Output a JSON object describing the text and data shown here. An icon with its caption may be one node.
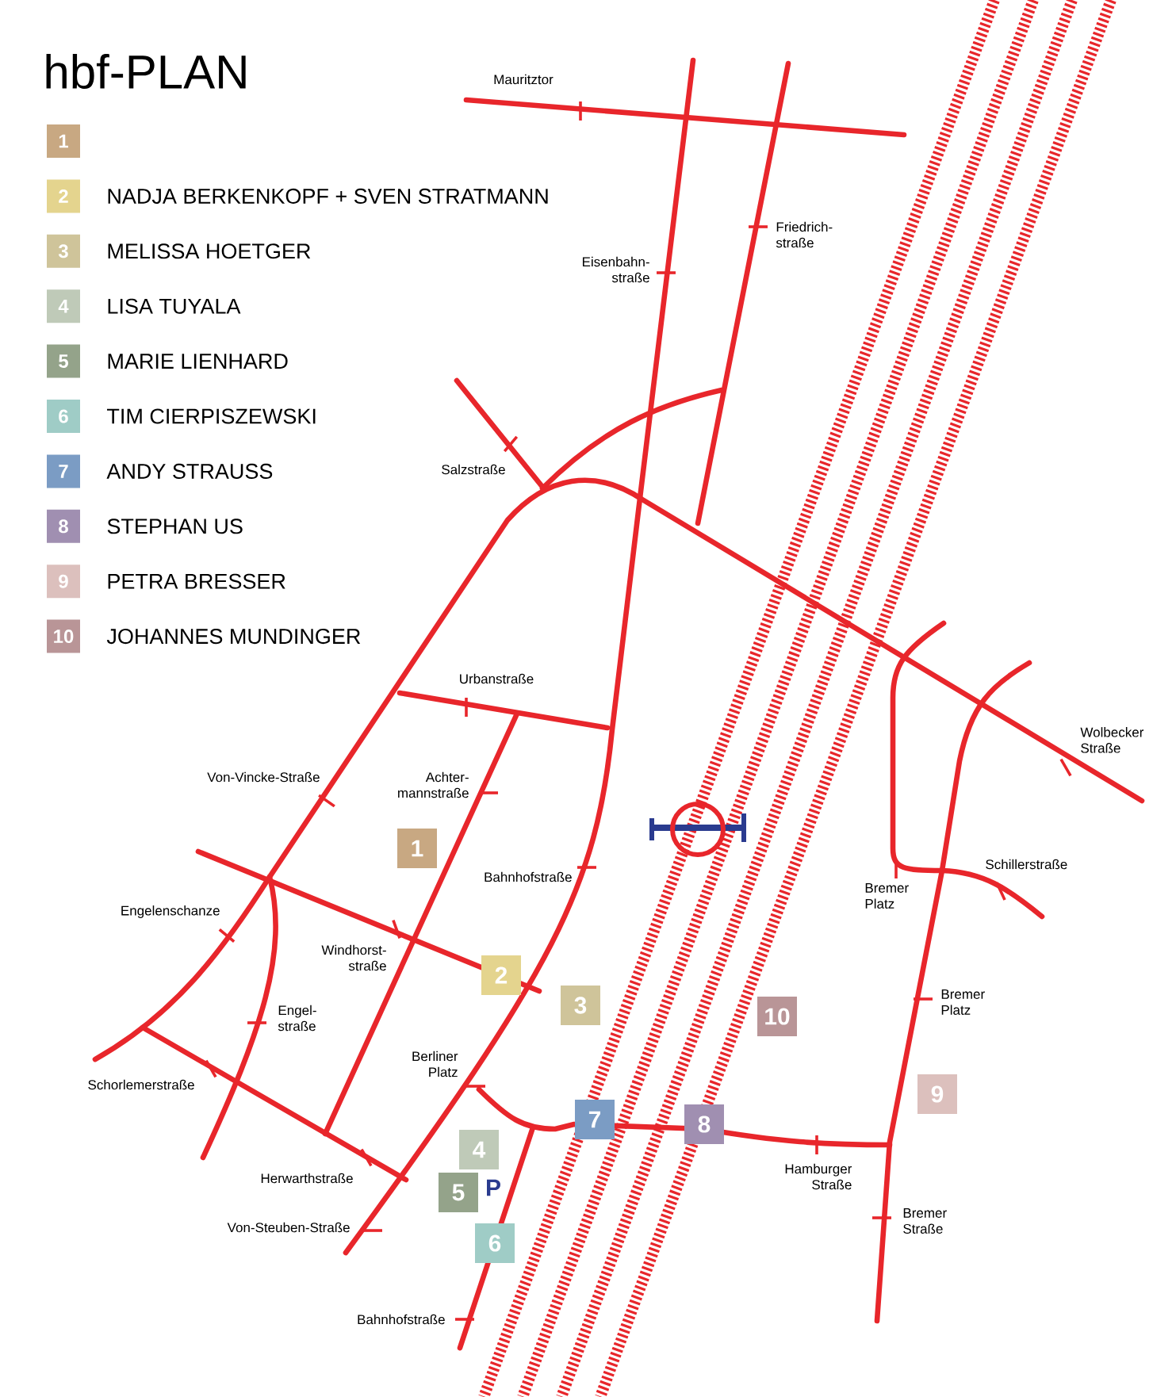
{
  "diagram": {
    "title": "hbf-PLAN",
    "nodes": [
      {
        "text": [
          "1"
        ]
      },
      {
        "text": [
          "2"
        ]
      },
      {
        "text": [
          "3"
        ]
      },
      {
        "text": [
          "4"
        ]
      },
      {
        "text": [
          "5"
        ]
      },
      {
        "text": [
          "6"
        ]
      },
      {
        "text": [
          "7"
        ]
      },
      {
        "text": [
          "8"
        ]
      },
      {
        "text": [
          "9"
        ]
      },
      {
        "text": [
          "10"
        ]
      }
    ],
    "labels": [
      "NADJA BERKENKOPF + SVEN STRATMANN",
      "MELISSA HOETGER",
      "LISA TUYALA",
      "MARIE LIENHARD",
      "TIM CIERPISZEWSKI",
      "ANDY STRAUSS",
      "STEPHAN US",
      "PETRA BRESSER",
      "JOHANNES MUNDINGER",
      "Mauritztor",
      "Friedrich- straße",
      "Eisenbahn- straße",
      "Salzstraße",
      "Urbanstraße",
      "Wolbecker Straße",
      "Von-Vincke-Straße",
      "Achter- mannstraße",
      "Bahnhofstraße",
      "Schillerstraße",
      "Bremer Platz",
      "Engelenschanze",
      "Windhorst- straße",
      "Engel- straße",
      "Bremer Platz",
      "Berliner Platz",
      "Schorlemerstraße",
      "Hamburger Straße",
      "Herwarthstraße",
      "Bremer Straße",
      "P",
      "Von-Steuben-Straße",
      "Bahnhofstraße"
    ],
    "legend": [
      {
        "text": "1",
        "color": "#c8a882"
      },
      {
        "text": "2",
        "color": "#e4d48e"
      },
      {
        "text": "3",
        "color": "#cfc49a"
      },
      {
        "text": "4",
        "color": "#bfcab8"
      },
      {
        "text": "5",
        "color": "#94a38a"
      },
      {
        "text": "6",
        "color": "#9fccc6"
      },
      {
        "text": "7",
        "color": "#7b9cc4"
      },
      {
        "text": "8",
        "color": "#a08fb1"
      },
      {
        "text": "9",
        "color": "#dcc0bd"
      },
      {
        "text": "10",
        "color": "#b99597"
      }
    ]
  }
}
